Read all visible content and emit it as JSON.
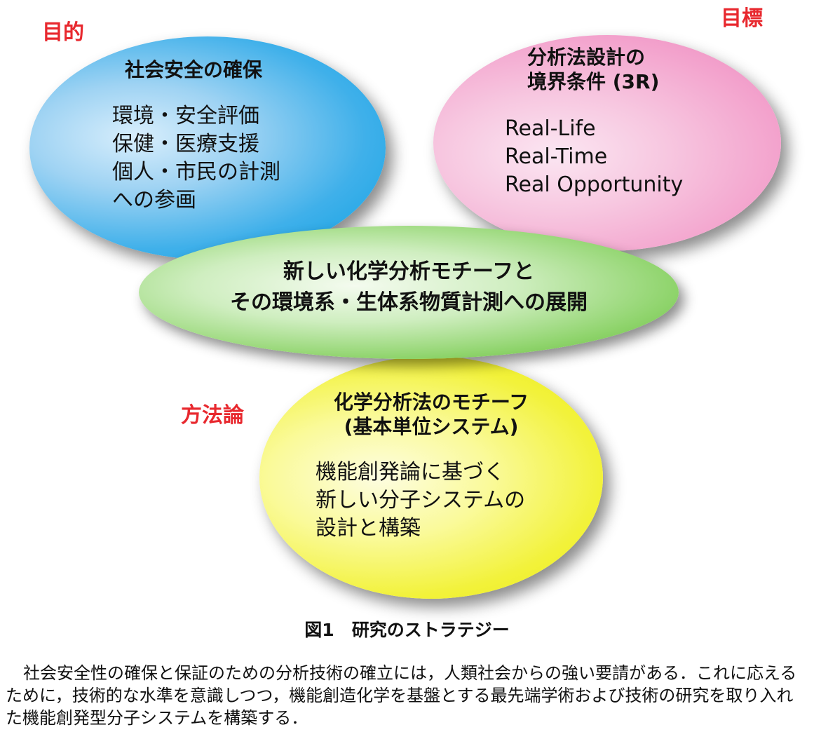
{
  "labels": {
    "purpose": "目的",
    "goal": "目標",
    "method": "方法論"
  },
  "purpose_ellipse": {
    "heading": "社会安全の確保",
    "lines": [
      "環境・安全評価",
      "保健・医療支援",
      "個人・市民の計測",
      "への参画"
    ]
  },
  "goal_ellipse": {
    "heading_lines": [
      "分析法設計の",
      "境界条件 (3R)"
    ],
    "lines": [
      "Real-Life",
      "Real-Time",
      "Real Opportunity"
    ]
  },
  "center_ellipse": {
    "lines": [
      "新しい化学分析モチーフと",
      "その環境系・生体系物質計測への展開"
    ]
  },
  "method_ellipse": {
    "heading_lines": [
      "化学分析法のモチーフ",
      "(基本単位システム)"
    ],
    "lines": [
      "機能創発論に基づく",
      "新しい分子システムの",
      "設計と構築"
    ]
  },
  "figure": {
    "caption": "図1　研究のストラテジー",
    "description": "社会安全性の確保と保証のための分析技術の確立には，人類社会からの強い要請がある．これに応えるために，技術的な水準を意識しつつ，機能創造化学を基盤とする最先端学術および技術の研究を取り入れた機能創発型分子システムを構築する．"
  },
  "colors": {
    "label_red": "#e8282e",
    "blue": "#0aa0e2",
    "pink": "#ee86bd",
    "green": "#5cb432",
    "yellow": "#eaea16"
  }
}
